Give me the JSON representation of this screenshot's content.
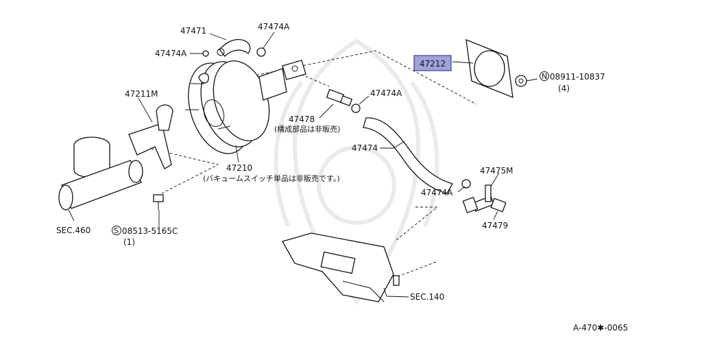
{
  "labels": {
    "p47471": "47471",
    "p47474A_top_right": "47474A",
    "p47474A_top_left": "47474A",
    "p47474A_mid": "47474A",
    "p47474A_lower": "47474A",
    "p47211M": "47211M",
    "p47212": "47212",
    "p08911": "08911-10837",
    "p08911_qty": "(4)",
    "p47478": "47478",
    "p47478_note": "(構成部品は非販売)",
    "p47474": "47474",
    "p47210": "47210",
    "p47210_note": "(バキュームスイッチ単品は非販売です。)",
    "p47475M": "47475M",
    "p47479": "47479",
    "sec460": "SEC.460",
    "p08513": "08513-5165C",
    "p08513_qty": "(1)",
    "sec140": "SEC.140",
    "diagram_code": "A-470✱-0065",
    "circled_N": "N",
    "circled_S": "S"
  },
  "highlight": {
    "part": "47212",
    "fill": "#9fa3d8",
    "stroke": "#3a3f8f"
  }
}
